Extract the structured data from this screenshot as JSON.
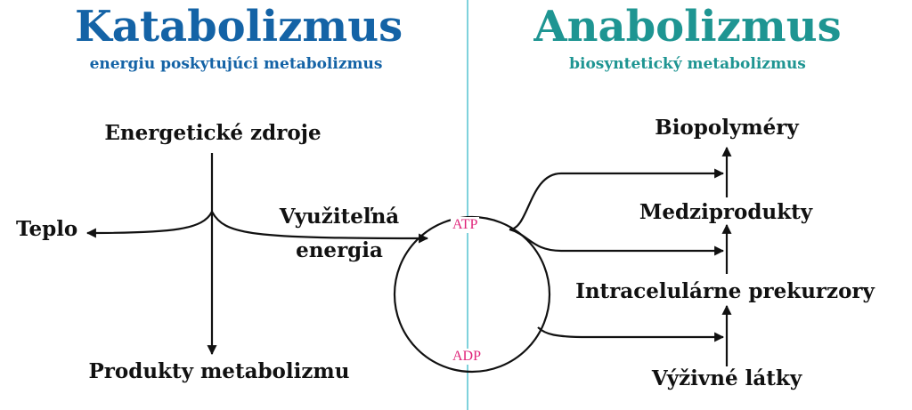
{
  "colors": {
    "catabolism": "#1463a6",
    "anabolism": "#1e9592",
    "divider": "#7fd2dc",
    "cofactor": "#e0247a",
    "ink": "#111111"
  },
  "catabolism": {
    "title": "Katabolizmus",
    "subtitle": "energiu poskytujúci metabolizmus",
    "source": "Energetické zdroje",
    "heat": "Teplo",
    "energy_line1": "Využiteľná",
    "energy_line2": "energia",
    "products": "Produkty metabolizmu"
  },
  "cycle": {
    "atp": "ATP",
    "adp": "ADP"
  },
  "anabolism": {
    "title": "Anabolizmus",
    "subtitle": "biosyntetický metabolizmus",
    "biopolymers": "Biopolyméry",
    "intermediates": "Medziprodukty",
    "precursors": "Intracelulárne prekurzory",
    "nutrients": "Výživné látky"
  }
}
